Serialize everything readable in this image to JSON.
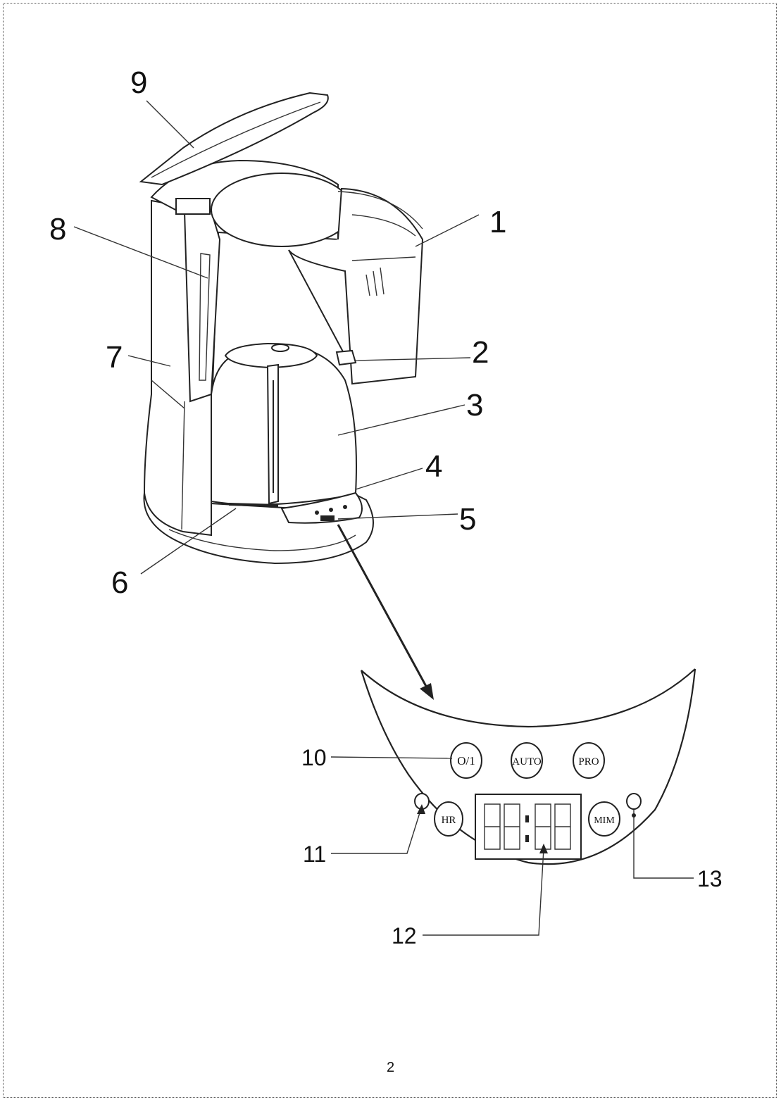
{
  "callouts": {
    "c1": "1",
    "c2": "2",
    "c3": "3",
    "c4": "4",
    "c5": "5",
    "c6": "6",
    "c7": "7",
    "c8": "8",
    "c9": "9",
    "c10": "10",
    "c11": "11",
    "c12": "12",
    "c13": "13"
  },
  "panel": {
    "power_button": "O/1",
    "auto_button": "AUTO",
    "pro_button": "PRO",
    "hour_button": "HR",
    "minute_button": "MIM"
  },
  "page_number": "2",
  "icons": {
    "display": "seven-segment-display-icon",
    "indicator": "indicator-light-icon"
  }
}
